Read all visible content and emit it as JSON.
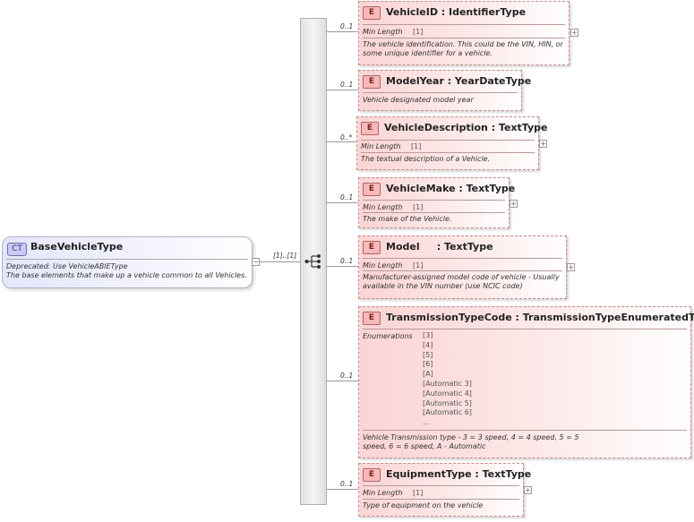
{
  "complex_type": {
    "badge": "CT",
    "name": "BaseVehicleType",
    "doc_line1": "Deprecated: Use VehicleABIEType",
    "doc_line2": "The base elements that make up a vehicle common to all Vehicles."
  },
  "sequence": {
    "cardinality": "[1]..[1]"
  },
  "elements": [
    {
      "badge": "E",
      "title": "VehicleID : IdentifierType",
      "cardinality": "0..1",
      "facet_label": "Min Length",
      "facet_value": "[1]",
      "doc": "The vehicle identification. This could be the VIN, HIN, or some unique identifier for a vehicle."
    },
    {
      "badge": "E",
      "title": "ModelYear : YearDateType",
      "cardinality": "0..1",
      "doc": "Vehicle designated model year"
    },
    {
      "badge": "E",
      "title": "VehicleDescription : TextType",
      "cardinality": "0..*",
      "facet_label": "Min Length",
      "facet_value": "[1]",
      "doc": "The textual description of a Vehicle."
    },
    {
      "badge": "E",
      "title": "VehicleMake : TextType",
      "cardinality": "0..1",
      "facet_label": "Min Length",
      "facet_value": "[1]",
      "doc": "The make of the Vehicle."
    },
    {
      "badge": "E",
      "title": "Model     : TextType",
      "cardinality": "0..1",
      "facet_label": "Min Length",
      "facet_value": "[1]",
      "doc": "Manufacturer-assigned model code of vehicle - Usually available in the VIN number (use NCIC code)"
    },
    {
      "badge": "E",
      "title": "TransmissionTypeCode : TransmissionTypeEnumeratedType",
      "cardinality": "0..1",
      "facet_label": "Enumerations",
      "enumerations": [
        "[3]",
        "[4]",
        "[5]",
        "[6]",
        "[A]",
        "[Automatic 3]",
        "[Automatic 4]",
        "[Automatic 5]",
        "[Automatic 6]",
        "..."
      ],
      "doc": "Vehicle Transmission type - 3 = 3 speed, 4 = 4 speed, 5 = 5 speed, 6 = 6 speed, A - Automatic"
    },
    {
      "badge": "E",
      "title": "EquipmentType : TextType",
      "cardinality": "0..1",
      "facet_label": "Min Length",
      "facet_value": "[1]",
      "doc": "Type of equipment on the vehicle"
    }
  ]
}
